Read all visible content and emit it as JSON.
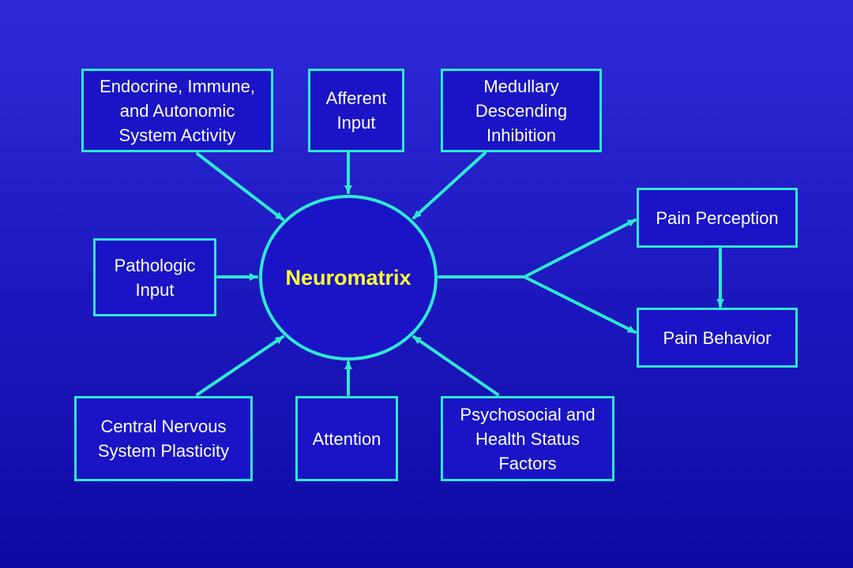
{
  "colors": {
    "background": "#1f1ac2",
    "box_fill": "#1a14c6",
    "connector": "#2fe8d2",
    "text": "#ffffff",
    "hub_text": "#ffff33"
  },
  "diagram": {
    "hub": {
      "label": "Neuromatrix"
    },
    "inputs": {
      "endocrine": "Endocrine, Immune,\nand Autonomic\nSystem Activity",
      "afferent": "Afferent\nInput",
      "medullary": "Medullary\nDescending\nInhibition",
      "pathologic": "Pathologic\nInput",
      "cns": "Central Nervous\nSystem Plasticity",
      "attention": "Attention",
      "psychosocial": "Psychosocial and\nHealth Status\nFactors"
    },
    "outputs": {
      "pain_perception": "Pain Perception",
      "pain_behavior": "Pain Behavior"
    }
  }
}
